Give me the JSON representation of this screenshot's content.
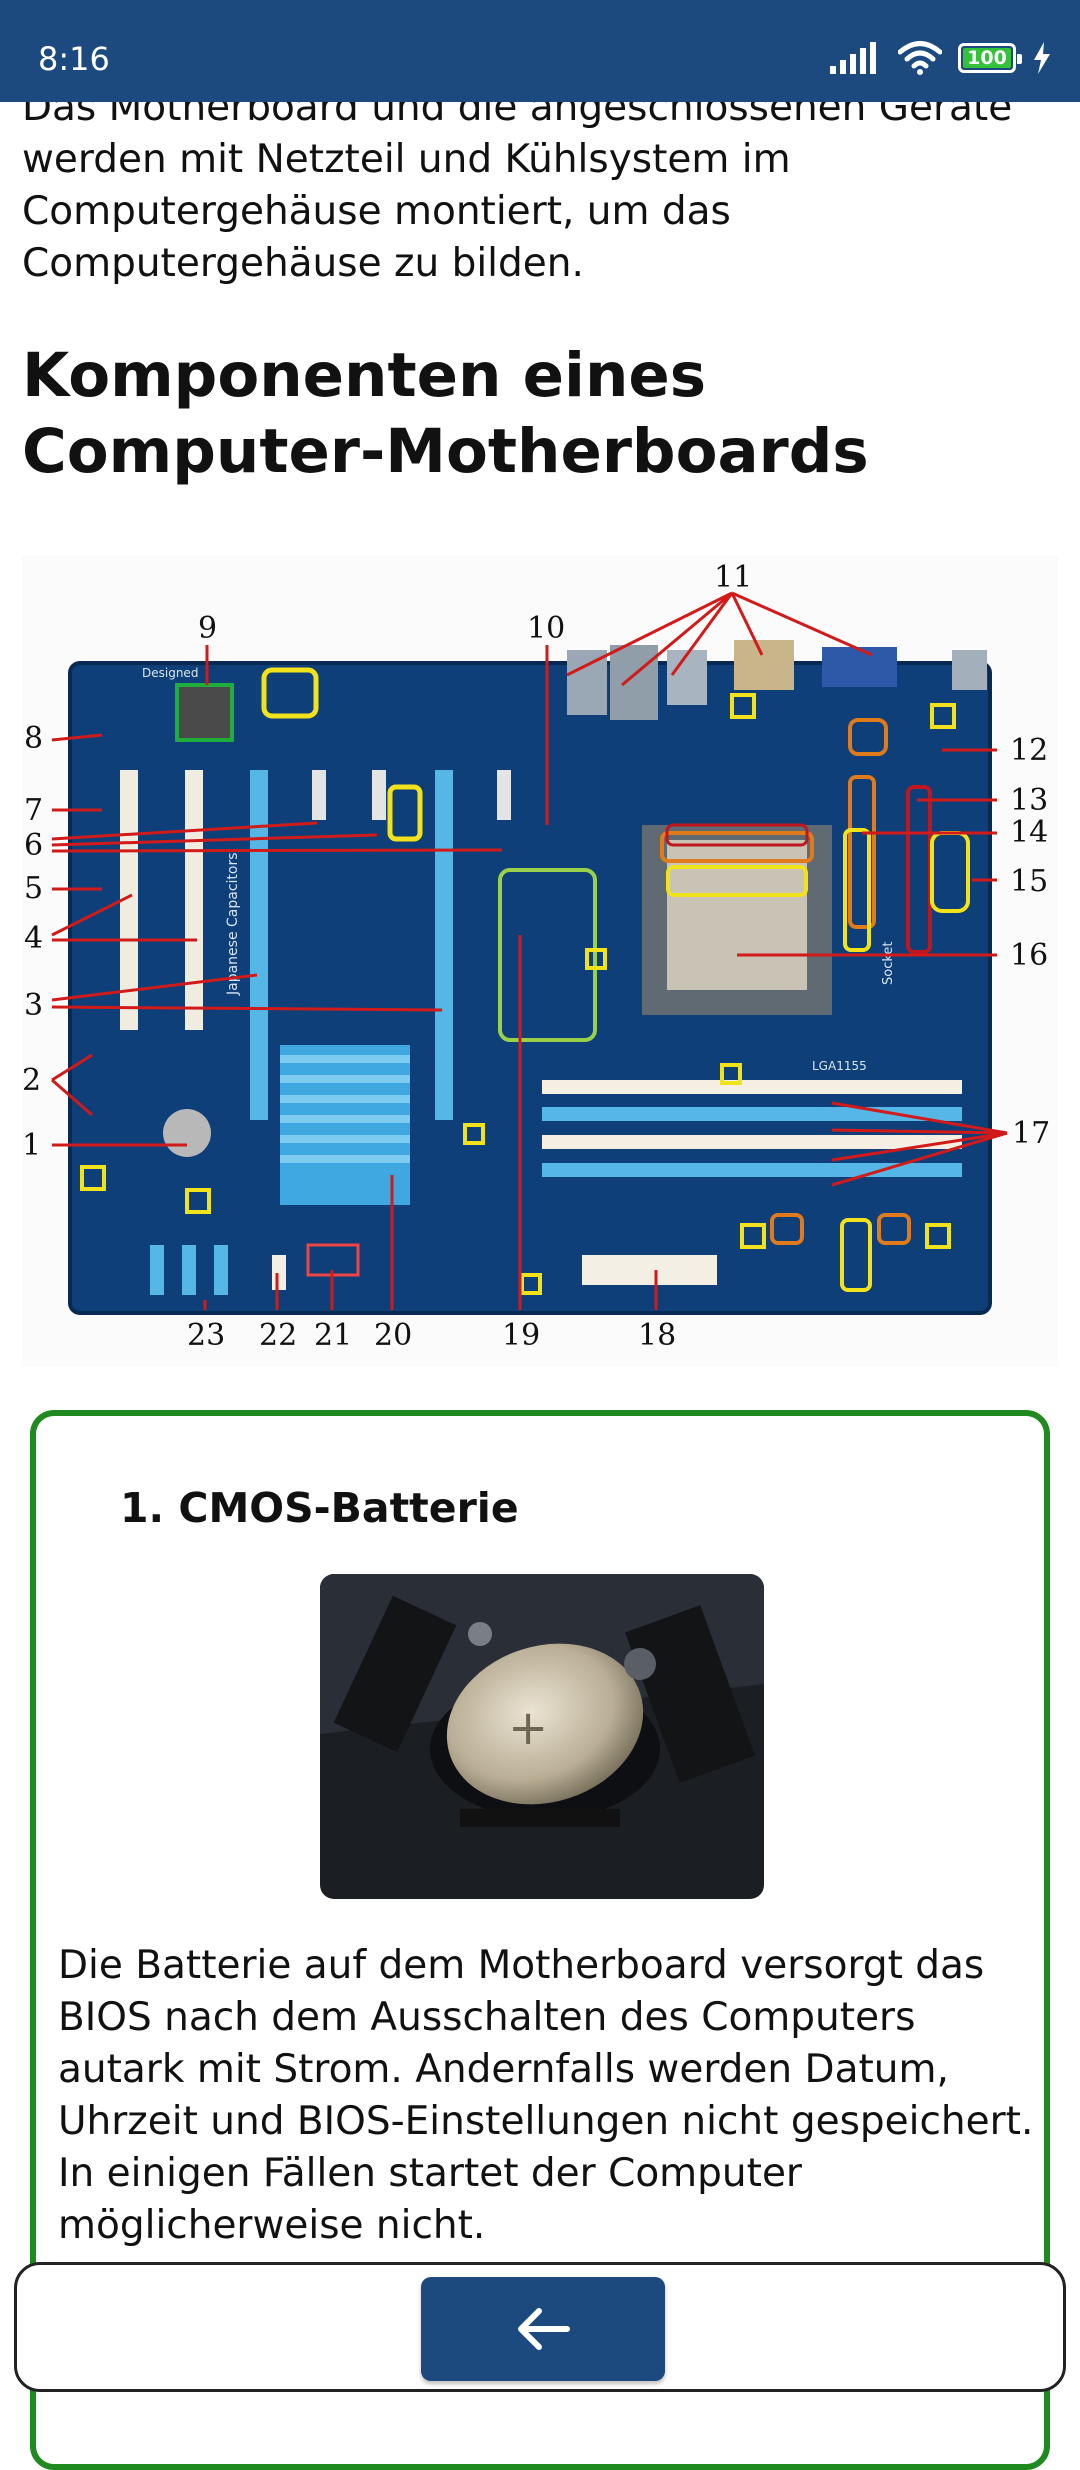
{
  "status_bar": {
    "time": "8:16",
    "battery": "100"
  },
  "article": {
    "intro": "Das Motherboard und die angeschlossenen Geräte werden mit Netzteil und Kühlsystem im Computergehäuse montiert, um das Computergehäuse zu bilden.",
    "heading": "Komponenten eines Computer-Motherboards"
  },
  "diagram": {
    "labels": [
      "1",
      "2",
      "3",
      "4",
      "5",
      "6",
      "7",
      "8",
      "9",
      "10",
      "11",
      "12",
      "13",
      "14",
      "15",
      "16",
      "17",
      "18",
      "19",
      "20",
      "21",
      "22",
      "23"
    ],
    "board_texts": {
      "pcie": "Japanese Capacitors",
      "socket": "Socket",
      "lga": "LGA1155",
      "designed": "Designed"
    }
  },
  "card": {
    "title": "1. CMOS-Batterie",
    "text": "Die Batterie auf dem Motherboard versorgt das BIOS nach dem Ausschalten des Computers autark mit Strom. Andernfalls werden Datum, Uhrzeit und BIOS-Einstellungen nicht gespeichert. In einigen Fällen startet der Computer möglicherweise nicht."
  },
  "colors": {
    "header": "#1c4a7e",
    "card_border": "#1f8a1f",
    "label_line": "#d11a1a"
  },
  "icons": [
    "signal-icon",
    "wifi-icon",
    "battery-icon",
    "charging-icon",
    "back-arrow-icon"
  ]
}
